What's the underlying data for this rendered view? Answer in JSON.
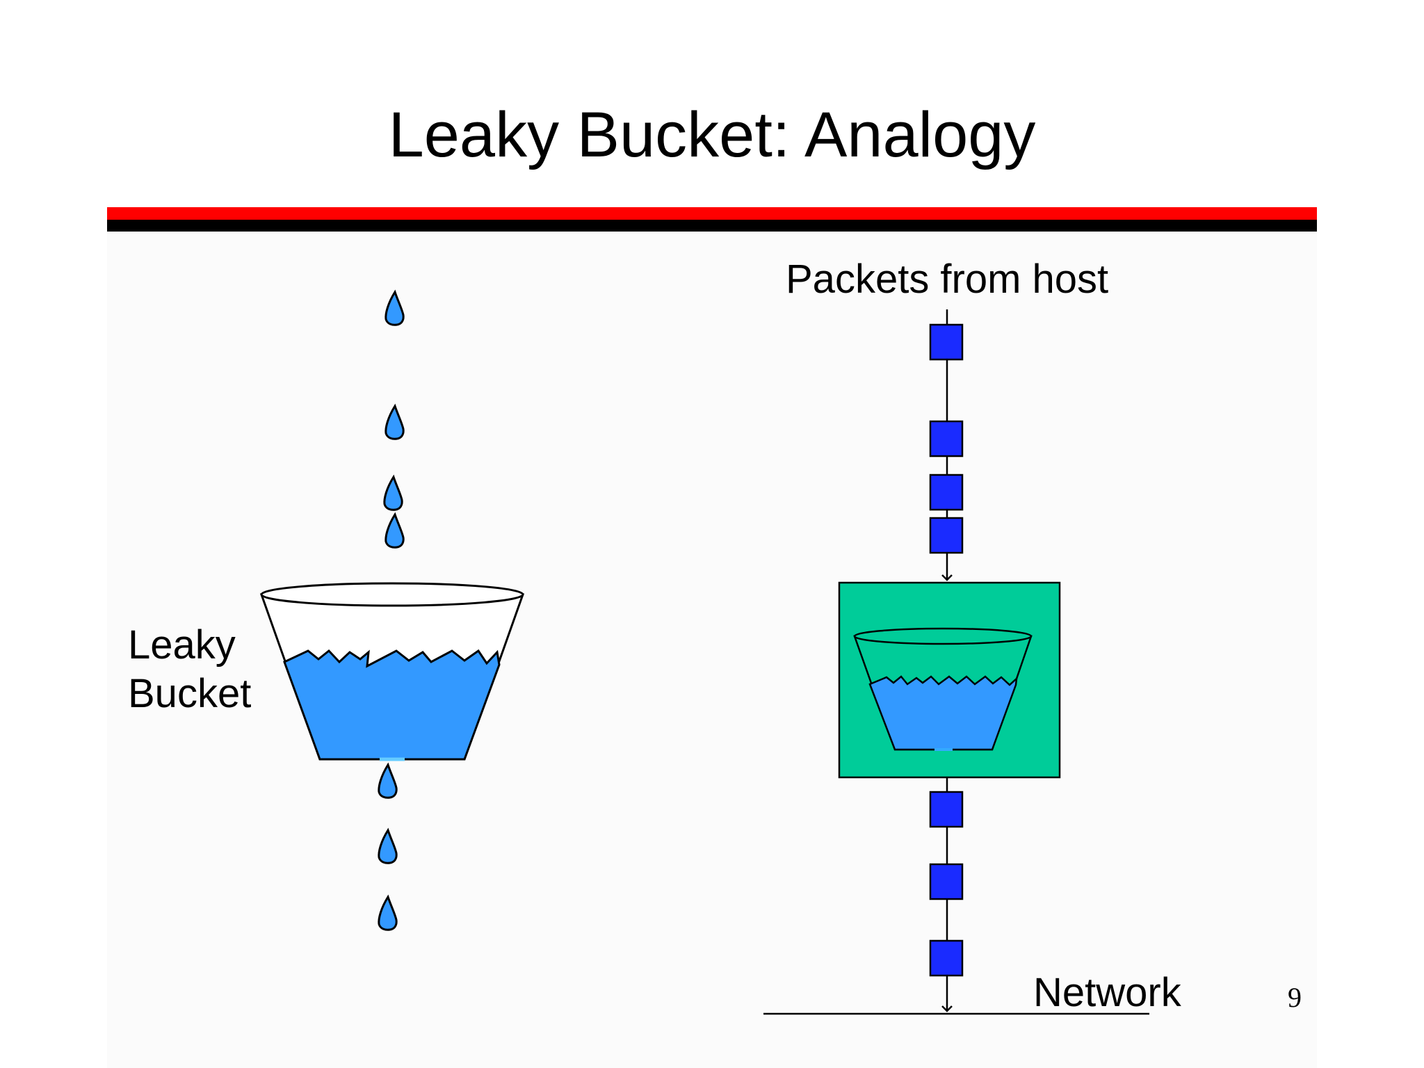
{
  "slide": {
    "title": "Leaky Bucket: Analogy",
    "page_number": "9"
  },
  "left_diagram": {
    "bucket_label_line1": "Leaky",
    "bucket_label_line2": "Bucket"
  },
  "right_diagram": {
    "top_label": "Packets from host",
    "bottom_label": "Network"
  },
  "colors": {
    "title_rule_red": "#ff0000",
    "title_rule_black": "#000000",
    "water": "#3399ff",
    "packet": "#1a2bff",
    "regulator_box": "#00cc99"
  }
}
